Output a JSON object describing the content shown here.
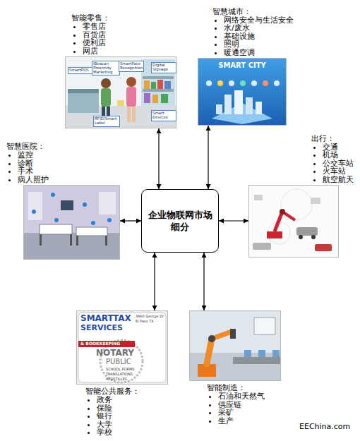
{
  "diagram": {
    "nodes": [
      {
        "text": [
          "智能零售：",
          "零售店",
          "百货店",
          "便利店",
          "网店"
        ]
      },
      {
        "text": [
          "智慧城市：",
          "网络安全与生活安全",
          "水/废水",
          "基础设施",
          "照明",
          "暖通空调"
        ]
      },
      {
        "text": [
          "智慧医院：",
          "监控",
          "诊断",
          "手术",
          "病人照护"
        ]
      },
      {
        "text": [
          "企业物联网市场细分"
        ]
      },
      {
        "text": [
          "出行：",
          "交通",
          "机场",
          "公交车站",
          "火车站",
          "航空航天"
        ]
      },
      {
        "text": [
          "智能公共服务：",
          "政务",
          "保险",
          "银行",
          "大学",
          "学校"
        ]
      },
      {
        "text": [
          "智能制造：",
          "石油和天然气",
          "供应链",
          "采矿",
          "生产"
        ]
      }
    ],
    "edges": [
      {
        "from": 3,
        "to": 0,
        "arrow": "both"
      },
      {
        "from": 3,
        "to": 1,
        "arrow": "both"
      },
      {
        "from": 3,
        "to": 2,
        "arrow": "both"
      },
      {
        "from": 3,
        "to": 4,
        "arrow": "both"
      },
      {
        "from": 3,
        "to": 5,
        "arrow": "both"
      },
      {
        "from": 3,
        "to": 6,
        "arrow": "both"
      }
    ],
    "labels": [
      "SmartPOS",
      "iBeacon Proximity Marketing",
      "SmartFace Recognition",
      "Digital Signage",
      "RFID/Smart Label",
      "Smart Devices",
      "SMART CITY",
      "SMART",
      "TAX",
      "SERVICES",
      "& BOOKKEEPING",
      "NOTARY",
      "PUBLIC",
      "SCHOOL FORMS",
      "TRANSLATIONS",
      "APOSTILLES",
      "3660 George Dr",
      "El Paso TX",
      "EEChina.com"
    ]
  }
}
